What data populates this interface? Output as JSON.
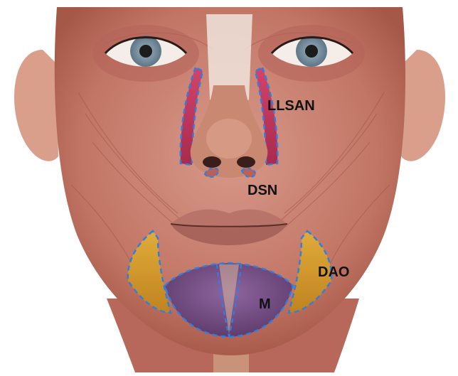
{
  "diagram": {
    "labels": {
      "llsan": "LLSAN",
      "dsn": "DSN",
      "dao": "DAO",
      "m": "M"
    },
    "colors": {
      "background": "#ffffff",
      "skin_muscle": "#c9806e",
      "muscle_dark": "#a4584a",
      "llsan_muscle": "#c8395f",
      "dao_muscle": "#d9a12c",
      "mentalis_muscle": "#7b5186",
      "outline_dash": "#2f7fe0",
      "label_text": "#111111"
    }
  }
}
